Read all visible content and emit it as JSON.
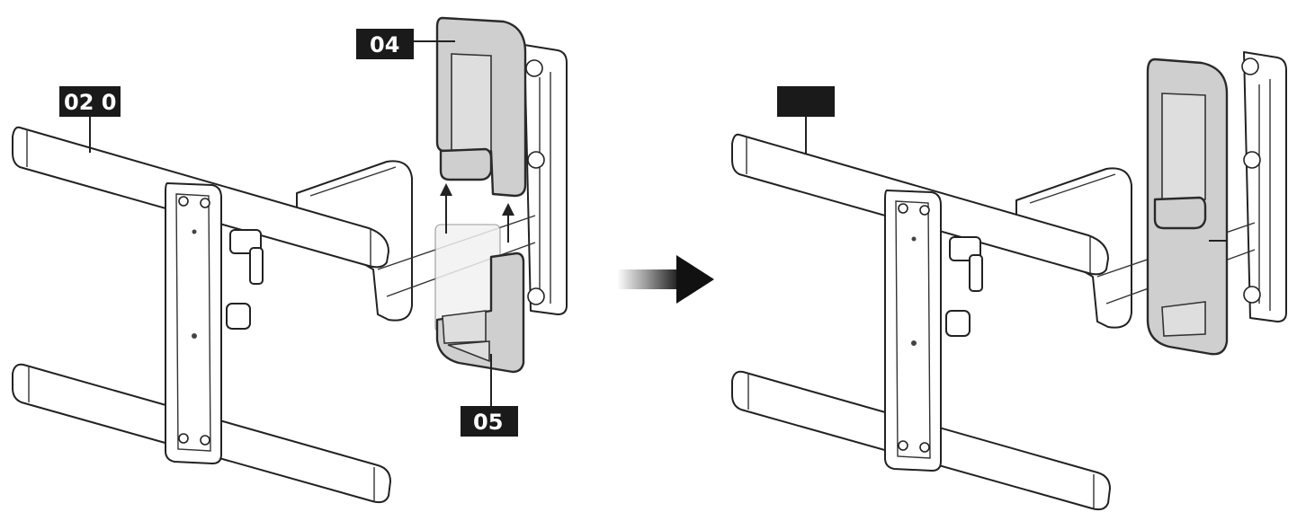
{
  "labels": {
    "part_02": "02 0",
    "part_04": "04",
    "part_05": "05",
    "part_02_after": ""
  },
  "icons": {
    "assembly_arrow": "right-arrow-icon"
  },
  "colors": {
    "label_bg": "#1a1a1a",
    "label_text": "#ffffff",
    "cover_fill": "#cfcfcf",
    "outline": "#222222"
  }
}
